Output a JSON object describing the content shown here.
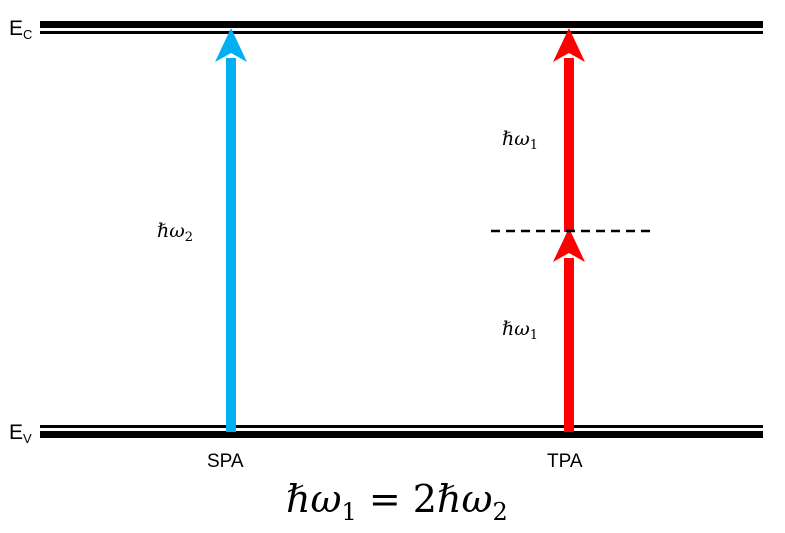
{
  "levels": {
    "conduction": {
      "symbol": "E",
      "subscript": "C"
    },
    "valence": {
      "symbol": "E",
      "subscript": "V"
    }
  },
  "processes": {
    "spa": {
      "label": "SPA",
      "photon": {
        "symbol": "ℏω",
        "subscript": "2"
      }
    },
    "tpa": {
      "label": "TPA",
      "photon_upper": {
        "symbol": "ℏω",
        "subscript": "1"
      },
      "photon_lower": {
        "symbol": "ℏω",
        "subscript": "1"
      }
    }
  },
  "equation": {
    "lhs_symbol": "ℏω",
    "lhs_subscript": "1",
    "equals": "=",
    "coefficient": "2",
    "rhs_symbol": "ℏω",
    "rhs_subscript": "2"
  },
  "colors": {
    "spa_arrow": "#00b0f0",
    "tpa_arrow": "#ff0000",
    "band_line": "#000000",
    "virtual_state": "#000000"
  }
}
